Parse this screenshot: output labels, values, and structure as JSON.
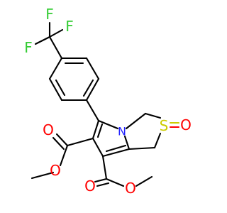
{
  "atoms": {
    "F_top": "F",
    "F_left": "F",
    "F_right": "F",
    "N": "N",
    "S": "S",
    "O_sulfoxide": "O",
    "O_ester1_carbonyl": "O",
    "O_ester1_ether": "O",
    "O_ester2_carbonyl": "O",
    "O_ester2_ether": "O"
  },
  "colors": {
    "carbon_bonds": "#000000",
    "fluorine": "#33cc33",
    "nitrogen": "#2222ff",
    "sulfur": "#cccc00",
    "oxygen": "#ff0000"
  }
}
